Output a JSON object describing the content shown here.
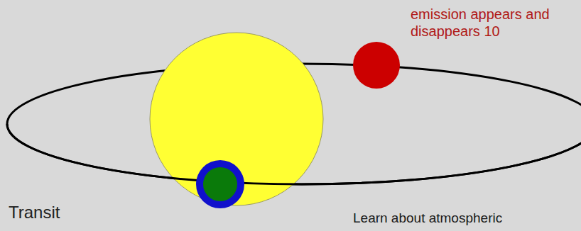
{
  "diagram": {
    "labels": [
      "emission appears and disappears 10",
      "Transit",
      "Learn about atmospheric"
    ]
  }
}
